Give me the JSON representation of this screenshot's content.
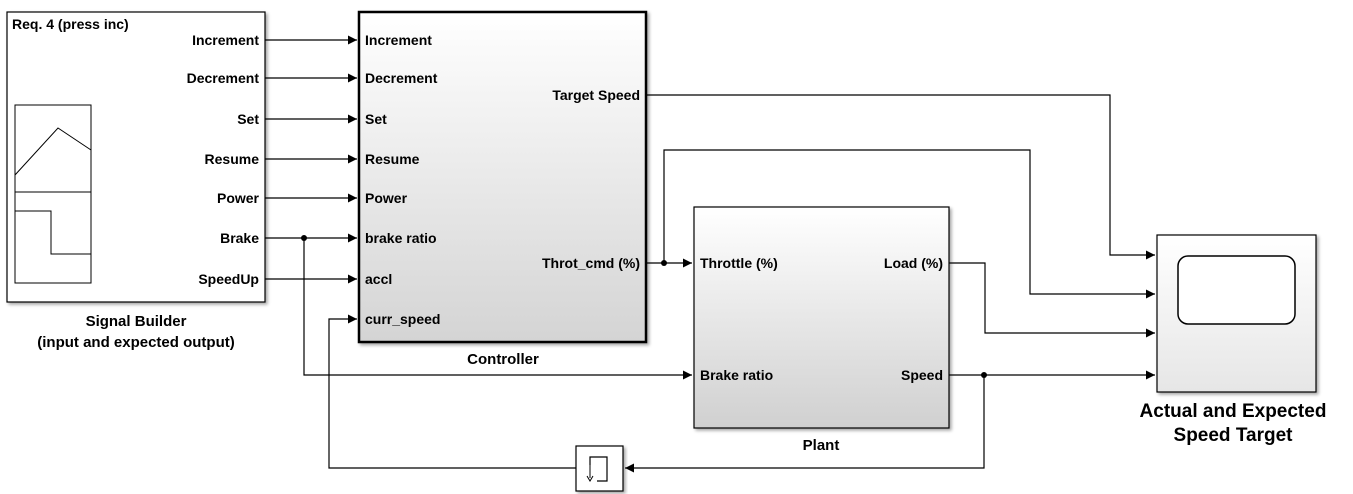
{
  "signal_builder": {
    "group_title": "Req. 4 (press inc)",
    "outputs": [
      "Increment",
      "Decrement",
      "Set",
      "Resume",
      "Power",
      "Brake",
      "SpeedUp"
    ],
    "name_line1": "Signal Builder",
    "name_line2": "(input and expected output)"
  },
  "controller": {
    "name": "Controller",
    "inputs": [
      "Increment",
      "Decrement",
      "Set",
      "Resume",
      "Power",
      "brake ratio",
      "accl",
      "curr_speed"
    ],
    "outputs": [
      "Target Speed",
      "Throt_cmd (%)"
    ]
  },
  "plant": {
    "name": "Plant",
    "inputs": [
      "Throttle (%)",
      "Brake ratio"
    ],
    "outputs": [
      "Load (%)",
      "Speed"
    ]
  },
  "scope": {
    "name_line1": "Actual and Expected",
    "name_line2": "Speed Target"
  },
  "delay_block": {
    "icon": "unit-delay-icon"
  }
}
